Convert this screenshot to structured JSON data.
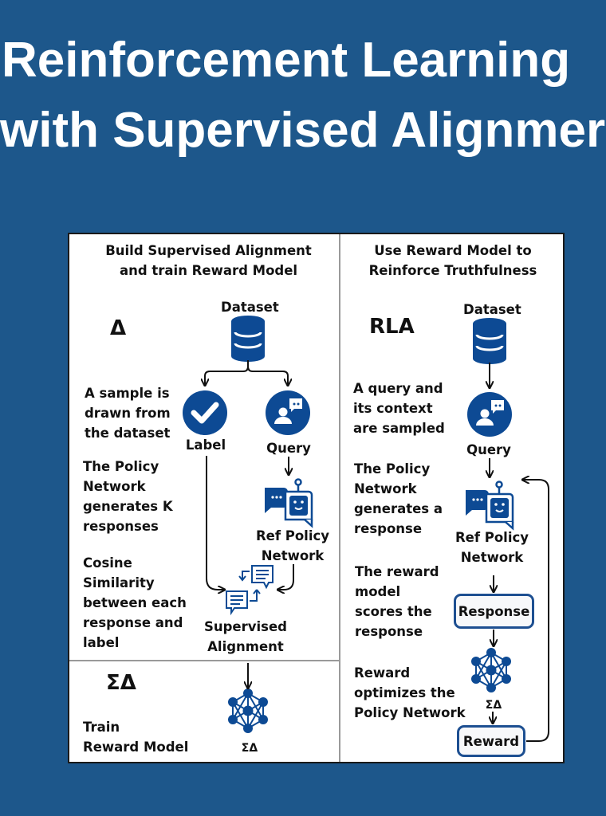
{
  "title": {
    "line1": "Reinforcement Learning",
    "line2": "with Supervised Alignmer"
  },
  "colors": {
    "background": "#1d578b",
    "icon_blue": "#0d4a94",
    "panel": "#ffffff",
    "text": "#111111"
  },
  "left_panel": {
    "header_line1": "Build Supervised Alignment",
    "header_line2": "and train Reward Model",
    "symbol": "Δ",
    "dataset_label": "Dataset",
    "label_node": "Label",
    "query_node": "Query",
    "ref_policy_line1": "Ref Policy",
    "ref_policy_line2": "Network",
    "supervised_line1": "Supervised",
    "supervised_line2": "Alignment",
    "steps": [
      {
        "lines": [
          "A sample is",
          "drawn from",
          "the dataset"
        ]
      },
      {
        "lines": [
          "The Policy",
          "Network",
          "generates K",
          "responses"
        ]
      },
      {
        "lines": [
          "Cosine",
          "Similarity",
          "between each",
          "response and",
          "label"
        ]
      }
    ],
    "bottom": {
      "symbol": "ΣΔ",
      "text_line1": "Train",
      "text_line2": "Reward Model",
      "network_label": "ΣΔ"
    }
  },
  "right_panel": {
    "header_line1": "Use Reward Model to",
    "header_line2": "Reinforce Truthfulness",
    "symbol": "RLA",
    "dataset_label": "Dataset",
    "query_node": "Query",
    "ref_policy_line1": "Ref Policy",
    "ref_policy_line2": "Network",
    "response_box": "Response",
    "network_label": "ΣΔ",
    "reward_box": "Reward",
    "steps": [
      {
        "lines": [
          "A query and",
          "its context",
          "are sampled"
        ]
      },
      {
        "lines": [
          "The Policy",
          "Network",
          "generates a",
          "response"
        ]
      },
      {
        "lines": [
          "The reward",
          "model",
          "scores the",
          "response"
        ]
      },
      {
        "lines": [
          "Reward",
          "optimizes the",
          "Policy Network"
        ]
      }
    ]
  }
}
